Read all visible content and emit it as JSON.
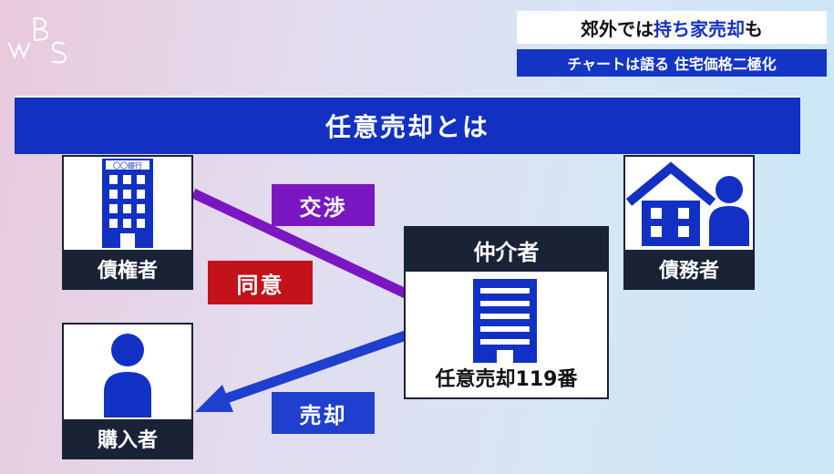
{
  "logo": {
    "text": "WBS"
  },
  "header": {
    "headline_part1": "郊外では",
    "headline_emphasis": "持ち家売却",
    "headline_part2": "も",
    "subhead": "チャートは語る 住宅価格二極化"
  },
  "banner": {
    "title": "任意売却とは"
  },
  "diagram": {
    "creditor": {
      "label": "債権者",
      "sign": "〇〇銀行"
    },
    "debtor": {
      "label": "債務者"
    },
    "buyer": {
      "label": "購入者"
    },
    "broker": {
      "header": "仲介者",
      "footer": "任意売却119番"
    },
    "tags": {
      "negotiate": "交渉",
      "agree": "同意",
      "sell": "売却"
    },
    "colors": {
      "negotiate": "#7a17c2",
      "agree": "#c4121a",
      "sell": "#1f3fcf",
      "banner": "#1230c2",
      "card_label": "#1a2236"
    }
  }
}
